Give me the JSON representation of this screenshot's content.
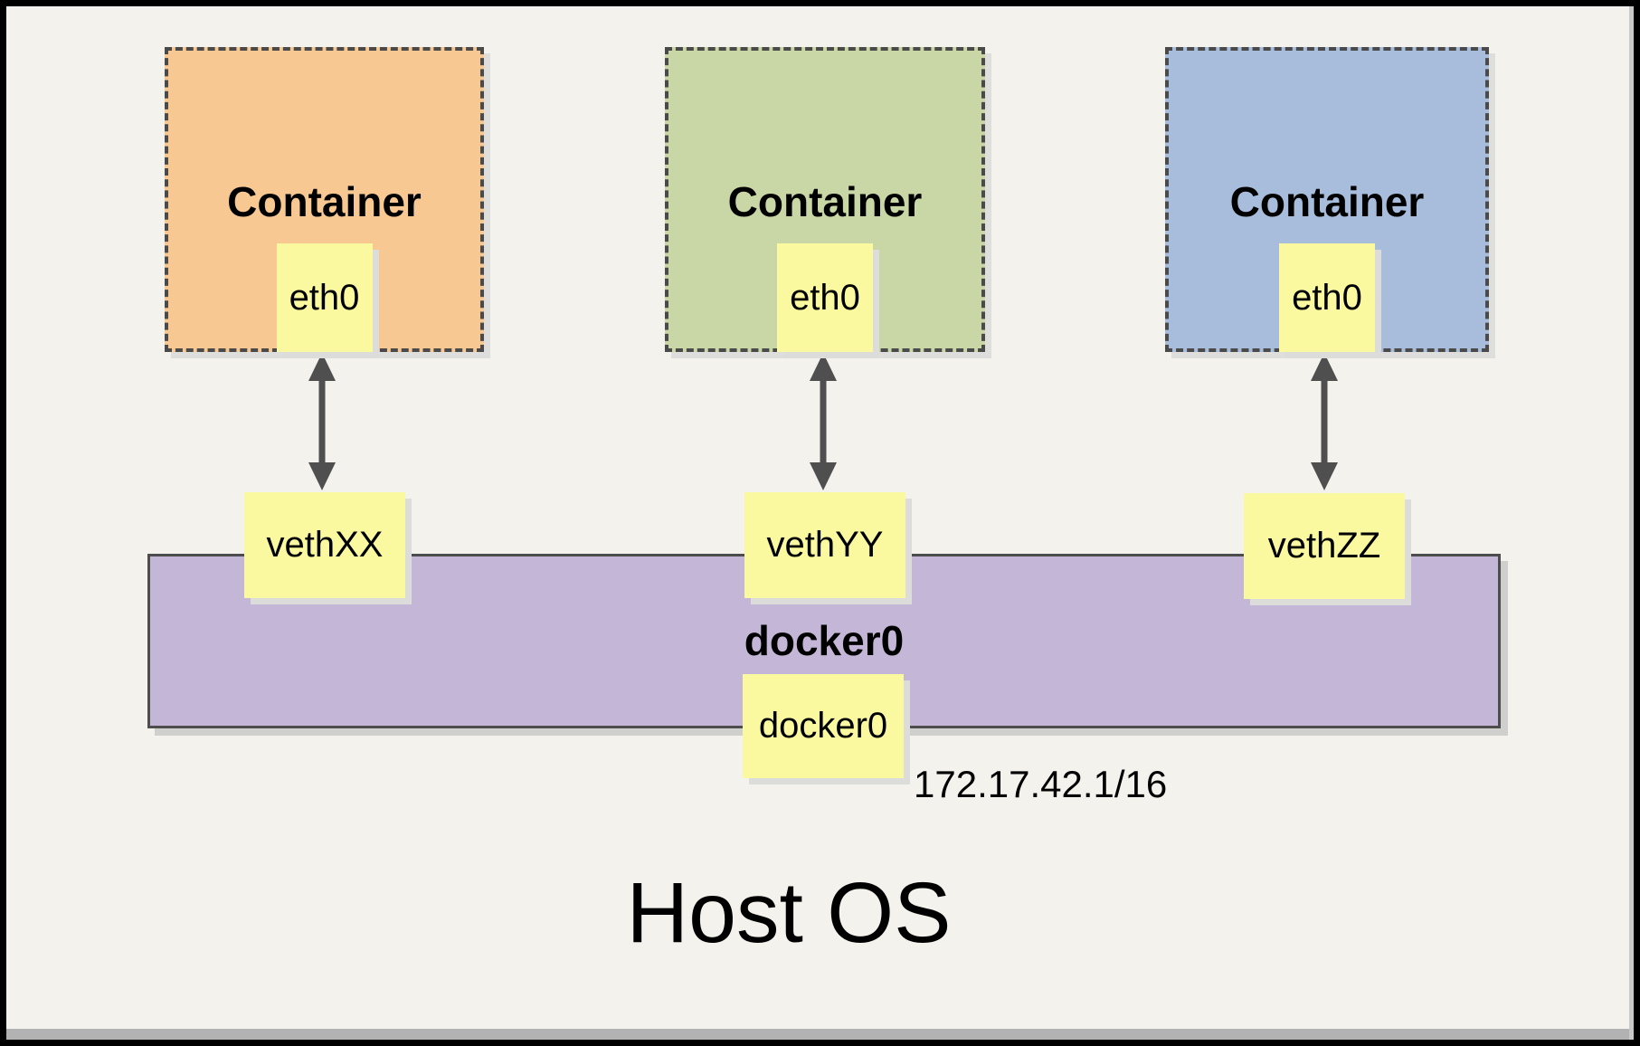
{
  "diagram": {
    "containers": [
      {
        "label": "Container",
        "interface": "eth0",
        "veth": "vethXX",
        "fill": "#F8C893"
      },
      {
        "label": "Container",
        "interface": "eth0",
        "veth": "vethYY",
        "fill": "#C9D6A5"
      },
      {
        "label": "Container",
        "interface": "eth0",
        "veth": "vethZZ",
        "fill": "#A8BDDB"
      }
    ],
    "bridge": {
      "label": "docker0",
      "interface": "docker0",
      "ip": "172.17.42.1/16",
      "fill": "#C4B6D7"
    },
    "host": {
      "label": "Host OS"
    },
    "colors": {
      "background": "#F4F2EC",
      "note_fill": "#FBF9A0",
      "dashed_border": "#4A4A4A",
      "arrow": "#4F4F4F",
      "frame": "#000000"
    }
  }
}
